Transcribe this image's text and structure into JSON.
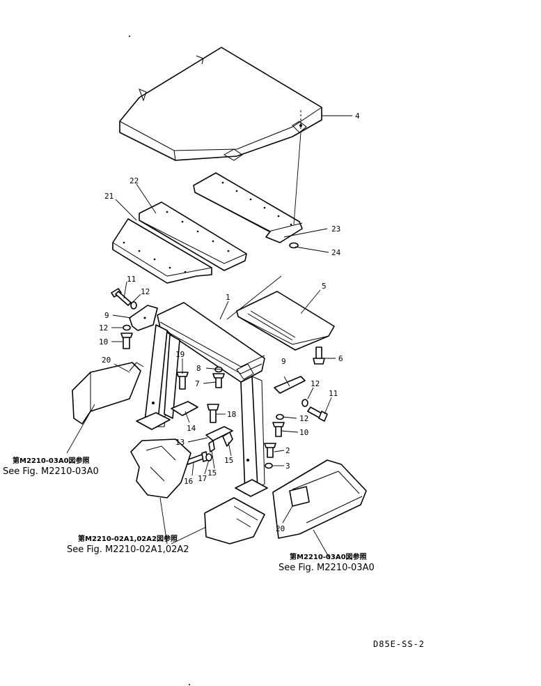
{
  "drawing_code": "D85E-SS-2",
  "callouts": [
    {
      "id": "c1",
      "label": "1"
    },
    {
      "id": "c2",
      "label": "2"
    },
    {
      "id": "c3",
      "label": "3"
    },
    {
      "id": "c4",
      "label": "4"
    },
    {
      "id": "c5",
      "label": "5"
    },
    {
      "id": "c6",
      "label": "6"
    },
    {
      "id": "c7",
      "label": "7"
    },
    {
      "id": "c8",
      "label": "8"
    },
    {
      "id": "c9a",
      "label": "9"
    },
    {
      "id": "c9b",
      "label": "9"
    },
    {
      "id": "c10a",
      "label": "10"
    },
    {
      "id": "c10b",
      "label": "10"
    },
    {
      "id": "c11a",
      "label": "11"
    },
    {
      "id": "c11b",
      "label": "11"
    },
    {
      "id": "c12a",
      "label": "12"
    },
    {
      "id": "c12b",
      "label": "12"
    },
    {
      "id": "c12c",
      "label": "12"
    },
    {
      "id": "c12d",
      "label": "12"
    },
    {
      "id": "c13",
      "label": "13"
    },
    {
      "id": "c14",
      "label": "14"
    },
    {
      "id": "c15a",
      "label": "15"
    },
    {
      "id": "c15b",
      "label": "15"
    },
    {
      "id": "c16",
      "label": "16"
    },
    {
      "id": "c17",
      "label": "17"
    },
    {
      "id": "c18",
      "label": "18"
    },
    {
      "id": "c19",
      "label": "19"
    },
    {
      "id": "c20a",
      "label": "20"
    },
    {
      "id": "c20b",
      "label": "20"
    },
    {
      "id": "c21",
      "label": "21"
    },
    {
      "id": "c22",
      "label": "22"
    },
    {
      "id": "c23",
      "label": "23"
    },
    {
      "id": "c24",
      "label": "24"
    }
  ],
  "references": [
    {
      "id": "ref-left",
      "jp": "第M2210-03A0図参照",
      "en": "See Fig. M2210-03A0"
    },
    {
      "id": "ref-center",
      "jp": "第M2210-02A1,02A2図参照",
      "en": "See Fig. M2210-02A1,02A2"
    },
    {
      "id": "ref-right",
      "jp": "第M2210-03A0図参照",
      "en": "See Fig. M2210-03A0"
    }
  ]
}
